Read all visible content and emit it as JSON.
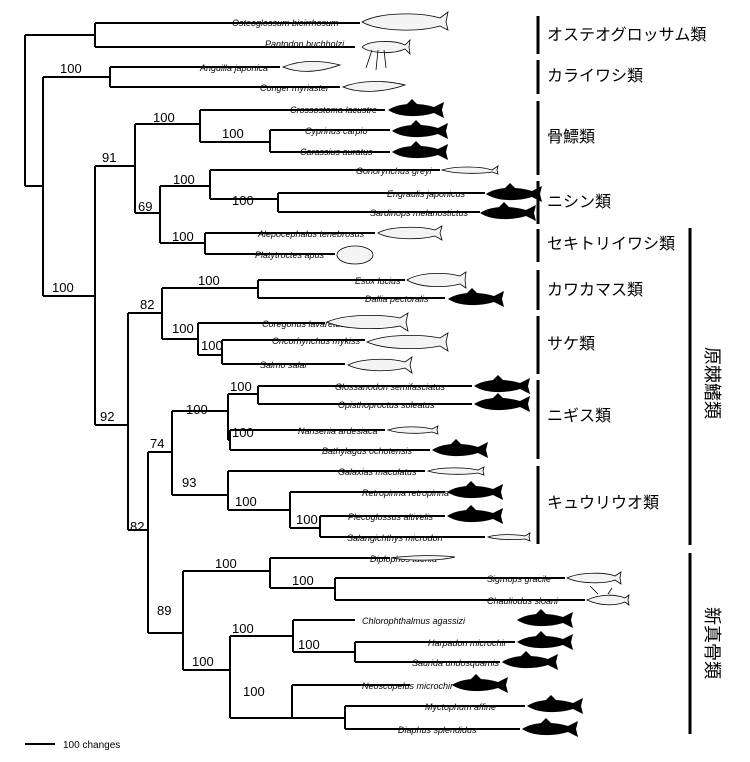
{
  "taxa": [
    "Osteoglossum bicirrhosum",
    "Pantodon buchholzi",
    "Anguilla japonica",
    "Conger myriaster",
    "Crossostoma lacustre",
    "Cyprinus carpio",
    "Carassius auratus",
    "Gonorynchus greyi",
    "Engraulis japonicus",
    "Sardinops melanostictus",
    "Alepocephalus tenebrosus",
    "Platytroctes apus",
    "Esox lucius",
    "Dallia pectoralis",
    "Coregonus lavaretus",
    "Oncorhynchus mykiss",
    "Salmo salar",
    "Glossanodon semifasciatus",
    "Opisthoproctus soleatus",
    "Nansenia ardesiaca",
    "Bathylagus ochotensis",
    "Galaxias maculatus",
    "Retropinna retropinna",
    "Plecoglossus altivelis",
    "Salangichthys microdon",
    "Diplophos taenia",
    "Sigmops gracile",
    "Chauliodus sloani",
    "Chlorophthalmus agassizi",
    "Harpadon microchir",
    "Saurida undosquamis",
    "Neoscopelus microchir",
    "Myctophum affine",
    "Diaphus splendidus"
  ],
  "support_values": [
    "100",
    "100",
    "100",
    "91",
    "69",
    "100",
    "100",
    "100",
    "82",
    "100",
    "100",
    "100",
    "92",
    "100",
    "74",
    "100",
    "100",
    "93",
    "100",
    "100",
    "82",
    "100",
    "100",
    "89",
    "100",
    "100",
    "100",
    "100",
    "100"
  ],
  "groups": [
    "オステオグロッサム類",
    "カライワシ類",
    "骨鰾類",
    "ニシン類",
    "セキトリイワシ類",
    "カワカマス類",
    "サケ類",
    "ニギス類",
    "キュウリウオ類"
  ],
  "vertical_groups": [
    "原棘鰭類",
    "新真骨類"
  ],
  "scale_label": "100 changes"
}
